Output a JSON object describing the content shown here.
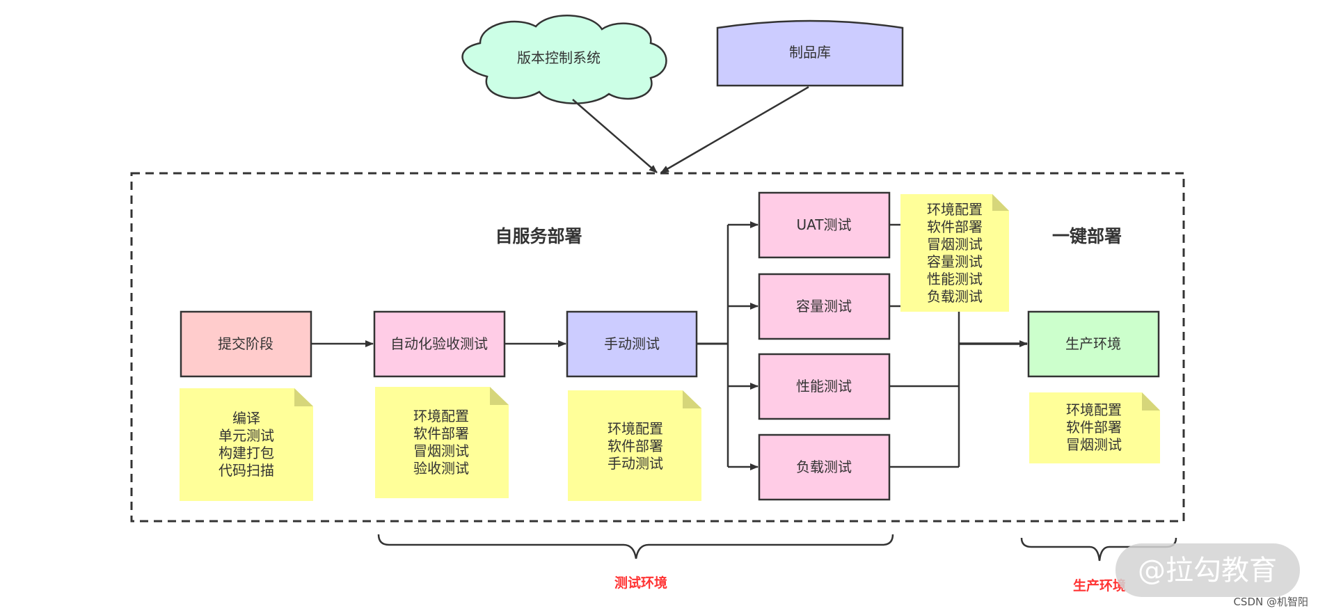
{
  "nodes": {
    "vcs": "版本控制系统",
    "artifact_repo": "制品库",
    "commit_stage": "提交阶段",
    "auto_acceptance": "自动化验收测试",
    "manual_test": "手动测试",
    "uat": "UAT测试",
    "capacity": "容量测试",
    "performance": "性能测试",
    "load": "负载测试",
    "production": "生产环境"
  },
  "labels": {
    "self_service": "自服务部署",
    "one_click": "一键部署"
  },
  "notes": {
    "commit": [
      "编译",
      "单元测试",
      "构建打包",
      "代码扫描"
    ],
    "auto_acceptance": [
      "环境配置",
      "软件部署",
      "冒烟测试",
      "验收测试"
    ],
    "manual": [
      "环境配置",
      "软件部署",
      "手动测试"
    ],
    "uat_group": [
      "环境配置",
      "软件部署",
      "冒烟测试",
      "容量测试",
      "性能测试",
      "负载测试"
    ],
    "production": [
      "环境配置",
      "软件部署",
      "冒烟测试"
    ]
  },
  "environments": {
    "test": "测试环境",
    "production": "生产环境"
  },
  "watermark": "@拉勾教育",
  "credit": "CSDN @机智阳",
  "colors": {
    "cloud": "#ccffe6",
    "repo": "#ccccff",
    "commit": "#ffcccc",
    "pink": "#ffcce6",
    "manual": "#ccccff",
    "production": "#ccffcc",
    "note": "#ffff99",
    "note_fold": "#d6d67a",
    "env_label": "#ff3333"
  }
}
